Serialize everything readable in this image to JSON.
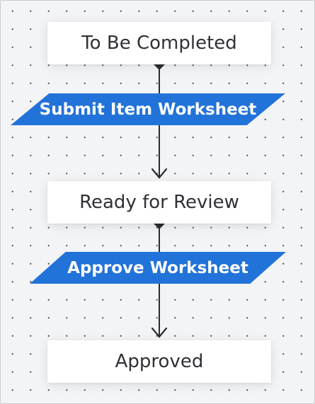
{
  "states": [
    {
      "label": "To Be Completed"
    },
    {
      "label": "Ready for Review"
    },
    {
      "label": "Approved"
    }
  ],
  "transitions": [
    {
      "label": "Submit Item Worksheet"
    },
    {
      "label": "Approve Worksheet"
    }
  ],
  "colors": {
    "transition_fill": "#2173d9",
    "connector": "#2a2c30",
    "canvas": "#f3f4f6"
  }
}
